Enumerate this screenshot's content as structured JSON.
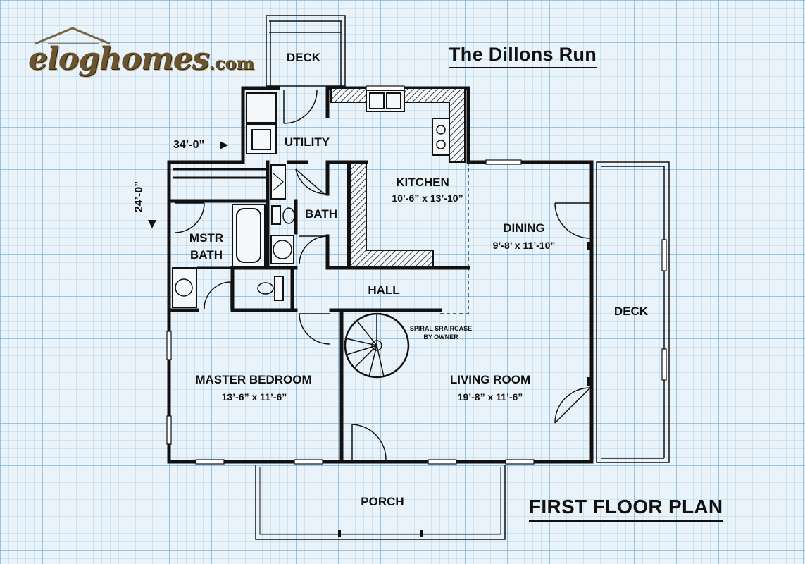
{
  "logo": {
    "text": "eloghomes",
    "tld": ".com"
  },
  "title": "The Dillons Run",
  "subtitle": "FIRST FLOOR PLAN",
  "dimensions": {
    "width_label": "34’-0”",
    "depth_label": "24’-0”"
  },
  "rooms": {
    "deck_top": {
      "name": "DECK"
    },
    "utility": {
      "name": "UTILITY"
    },
    "kitchen": {
      "name": "KITCHEN",
      "size": "10’-6” x 13’-10”"
    },
    "bath": {
      "name": "BATH"
    },
    "mstr_bath": {
      "name_line1": "MSTR",
      "name_line2": "BATH"
    },
    "dining": {
      "name": "DINING",
      "size": "9’-8’ x 11’-10”"
    },
    "hall": {
      "name": "HALL"
    },
    "deck_right": {
      "name": "DECK"
    },
    "master_bedroom": {
      "name": "MASTER BEDROOM",
      "size": "13’-6” x 11’-6”"
    },
    "living_room": {
      "name": "LIVING ROOM",
      "size": "19’-8” x 11’-6”"
    },
    "porch": {
      "name": "PORCH"
    }
  },
  "notes": {
    "stair_line1": "SPIRAL SRAIRCASE",
    "stair_line2": "BY OWNER"
  },
  "colors": {
    "grid_background": "#eaf3fa",
    "grid_line": "#6eaad7",
    "wall": "#111111",
    "logo_brown": "#6b5531"
  }
}
